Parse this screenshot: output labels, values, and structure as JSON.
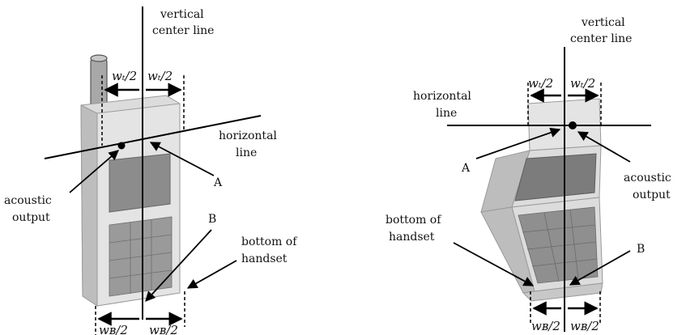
{
  "left": {
    "vertical_center_line": [
      "vertical",
      "center line"
    ],
    "horizontal_line": [
      "horizontal",
      "line"
    ],
    "acoustic_output": [
      "acoustic",
      "output"
    ],
    "point_a": "A",
    "point_b": "B",
    "bottom_of_handset": [
      "bottom of",
      "handset"
    ],
    "w_top_left": "wₜ/2",
    "w_top_right": "wₜ/2",
    "w_bottom_left": "wʙ/2",
    "w_bottom_right": "wʙ/2"
  },
  "right": {
    "vertical_center_line": [
      "vertical",
      "center line"
    ],
    "horizontal_line": [
      "horizontal",
      "line"
    ],
    "acoustic_output": [
      "acoustic",
      "output"
    ],
    "point_a": "A",
    "point_b": "B",
    "bottom_of_handset": [
      "bottom of",
      "handset"
    ],
    "w_top_left": "wₜ/2",
    "w_top_right": "wₜ/2",
    "w_bottom_left": "wʙ/2",
    "w_bottom_right": "wʙ/2"
  },
  "colors": {
    "body": "#dcdcdc",
    "body_dark": "#bdbdbd",
    "screen": "#8c8c8c",
    "keypad": "#9a9a9a",
    "antenna": "#a8a8a8",
    "line": "#000000"
  }
}
